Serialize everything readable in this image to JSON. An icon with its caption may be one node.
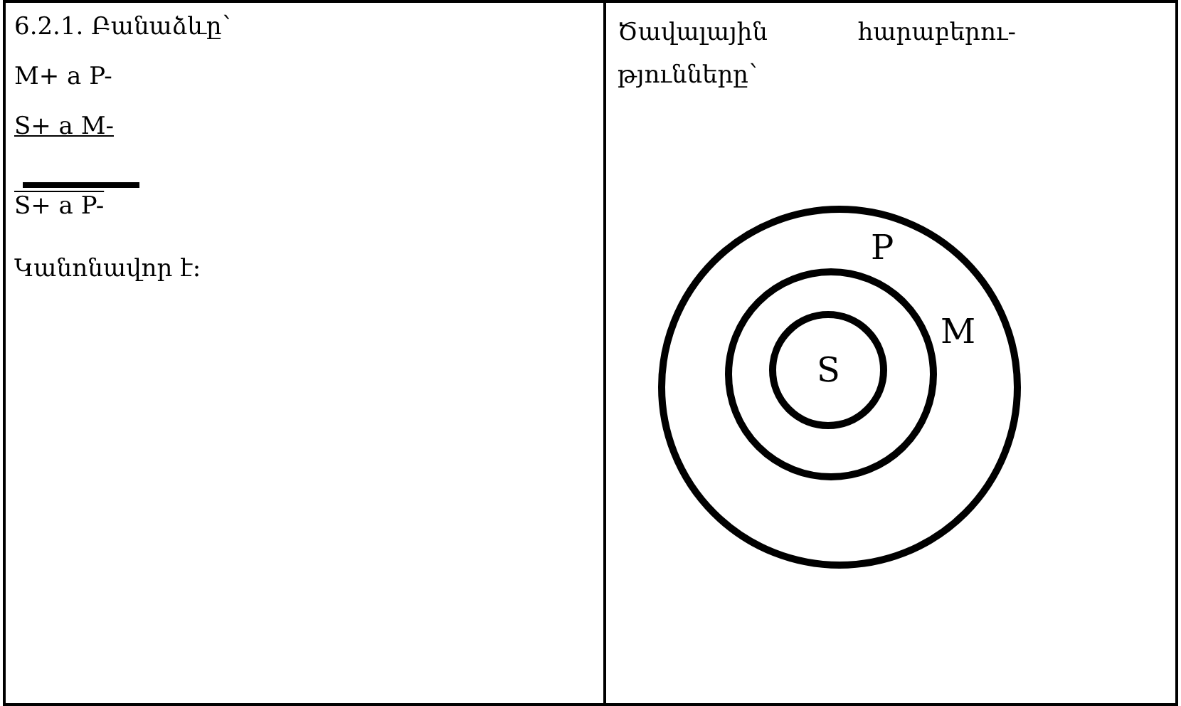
{
  "diagram": {
    "nodes": [
      {
        "text": [
          "P"
        ]
      },
      {
        "text": [
          "M"
        ],
        "in": 0
      },
      {
        "text": [
          "S"
        ],
        "in": 1
      }
    ],
    "edges": [],
    "labels": [
      "6.2.1. Բանաձևը՝",
      "M+ a P-",
      "S+ a M-",
      "S+ a P-",
      "Կանոնավոր է։",
      "Ծավալային հարաբերու-թյունները՝"
    ]
  }
}
